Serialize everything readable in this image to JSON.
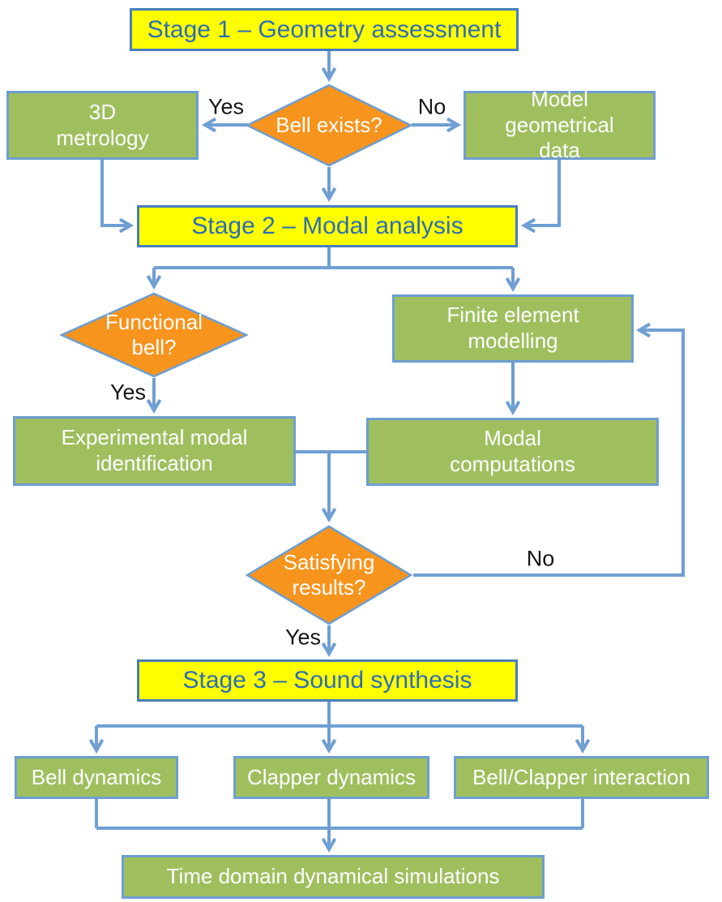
{
  "colors": {
    "yellow": "#FFFF00",
    "yellow_border": "#4A7EBB",
    "green": "#9FBF5F",
    "green_border": "#6D9ED1",
    "orange": "#F7941D",
    "arrow": "#6F9FD3",
    "stage_text": "#2E6DB4",
    "label_text": "#161616",
    "white_text": "#FFFFFF"
  },
  "stages": {
    "stage1": "Stage 1 – Geometry assessment",
    "stage2": "Stage 2 – Modal analysis",
    "stage3": "Stage 3 – Sound synthesis"
  },
  "decisions": {
    "bell_exists": "Bell exists?",
    "functional_bell": "Functional bell?",
    "satisfying_results": "Satisfying results?"
  },
  "processes": {
    "metrology_3d": "3D metrology",
    "model_geometrical_data": "Model geometrical data",
    "finite_element_modelling": "Finite element modelling",
    "experimental_modal_identification": "Experimental modal identification",
    "modal_computations": "Modal computations",
    "bell_dynamics": "Bell dynamics",
    "clapper_dynamics": "Clapper dynamics",
    "bell_clapper_interaction": "Bell/Clapper interaction",
    "time_domain_simulations": "Time domain dynamical simulations"
  },
  "labels": {
    "bell_exists_yes": "Yes",
    "bell_exists_no": "No",
    "functional_bell_yes": "Yes",
    "satisfying_results_no": "No",
    "satisfying_results_yes": "Yes"
  }
}
